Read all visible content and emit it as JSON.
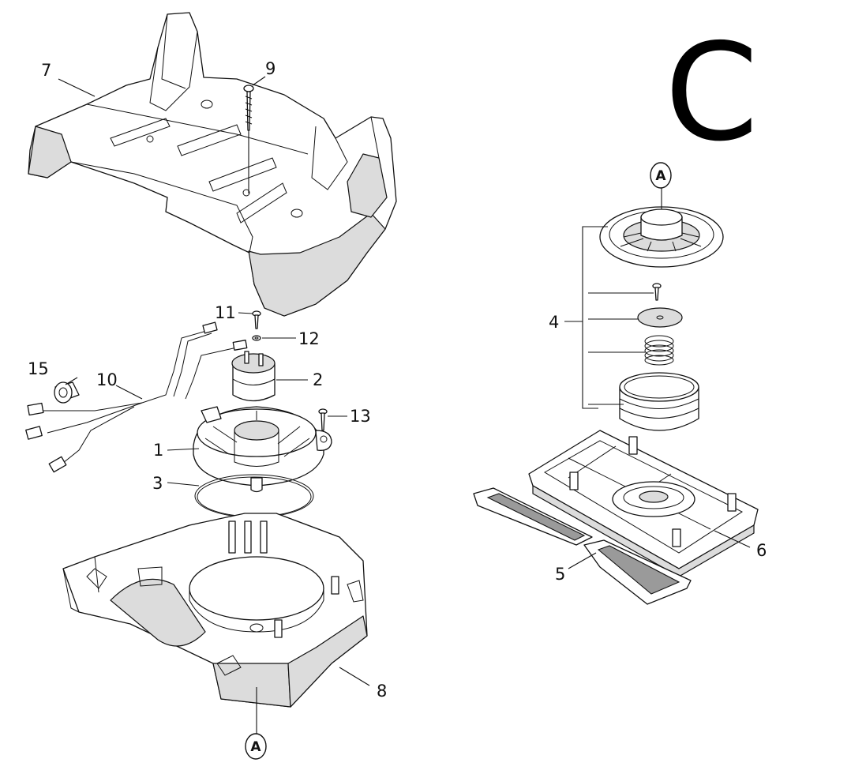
{
  "diagram": {
    "section_letter": "C",
    "reference_marker": "A",
    "callouts": {
      "p1": "1",
      "p2": "2",
      "p3": "3",
      "p4": "4",
      "p5": "5",
      "p6": "6",
      "p7": "7",
      "p8": "8",
      "p9": "9",
      "p10": "10",
      "p11": "11",
      "p12": "12",
      "p13": "13",
      "p15": "15"
    }
  }
}
